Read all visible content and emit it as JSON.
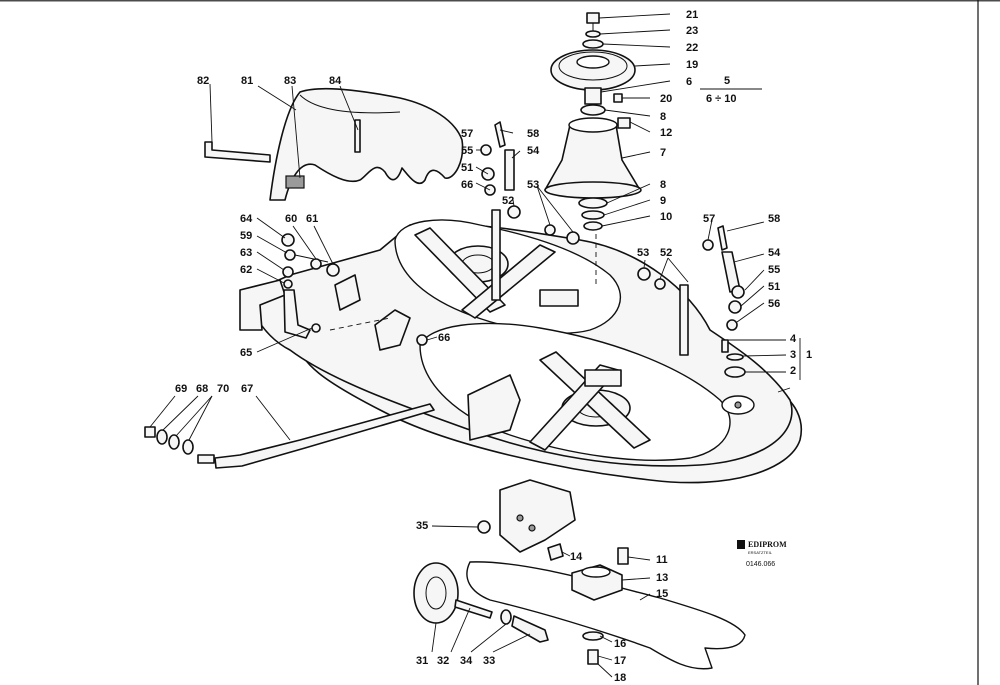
{
  "diagram": {
    "callouts": [
      {
        "label": "21"
      },
      {
        "label": "23"
      },
      {
        "label": "22"
      },
      {
        "label": "19"
      },
      {
        "label": "6"
      },
      {
        "label": "20"
      },
      {
        "label": "8"
      },
      {
        "label": "12"
      },
      {
        "label": "7"
      },
      {
        "label": "8"
      },
      {
        "label": "9"
      },
      {
        "label": "10"
      },
      {
        "label": "57"
      },
      {
        "label": "58"
      },
      {
        "label": "55"
      },
      {
        "label": "54"
      },
      {
        "label": "51"
      },
      {
        "label": "66"
      },
      {
        "label": "52"
      },
      {
        "label": "53"
      },
      {
        "label": "82"
      },
      {
        "label": "81"
      },
      {
        "label": "83"
      },
      {
        "label": "84"
      },
      {
        "label": "64"
      },
      {
        "label": "60"
      },
      {
        "label": "61"
      },
      {
        "label": "59"
      },
      {
        "label": "63"
      },
      {
        "label": "62"
      },
      {
        "label": "65"
      },
      {
        "label": "66"
      },
      {
        "label": "57"
      },
      {
        "label": "58"
      },
      {
        "label": "53"
      },
      {
        "label": "52"
      },
      {
        "label": "54"
      },
      {
        "label": "55"
      },
      {
        "label": "51"
      },
      {
        "label": "56"
      },
      {
        "label": "4"
      },
      {
        "label": "3"
      },
      {
        "label": "1"
      },
      {
        "label": "2"
      },
      {
        "label": "69"
      },
      {
        "label": "68"
      },
      {
        "label": "70"
      },
      {
        "label": "67"
      },
      {
        "label": "35"
      },
      {
        "label": "14"
      },
      {
        "label": "11"
      },
      {
        "label": "13"
      },
      {
        "label": "15"
      },
      {
        "label": "16"
      },
      {
        "label": "17"
      },
      {
        "label": "18"
      },
      {
        "label": "31"
      },
      {
        "label": "32"
      },
      {
        "label": "34"
      },
      {
        "label": "33"
      }
    ],
    "kit_reference": {
      "numerator": "5",
      "denominator": "6 ÷ 10"
    },
    "logo": {
      "name": "EDIPROM",
      "tagline": "ERSATZTEIL"
    },
    "drawing_code": "0146.066"
  }
}
